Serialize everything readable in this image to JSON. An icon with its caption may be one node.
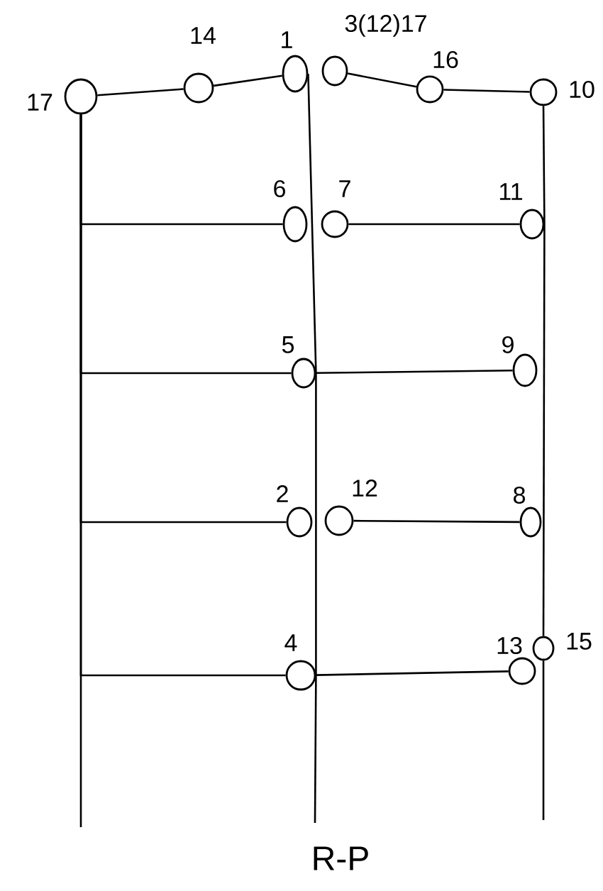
{
  "diagram": {
    "caption": "R-P",
    "nodes": [
      {
        "text": [],
        "shape": "circle",
        "beside": [
          "17"
        ]
      },
      {
        "text": [],
        "shape": "circle",
        "beside": [
          "14"
        ]
      },
      {
        "text": [],
        "shape": "circle",
        "beside": [
          "1"
        ]
      },
      {
        "text": [],
        "shape": "circle",
        "beside": [
          "3(12)17"
        ]
      },
      {
        "text": [],
        "shape": "circle",
        "beside": [
          "16"
        ]
      },
      {
        "text": [],
        "shape": "circle",
        "beside": [
          "10"
        ]
      },
      {
        "text": [],
        "shape": "circle",
        "beside": [
          "6"
        ]
      },
      {
        "text": [],
        "shape": "circle",
        "beside": [
          "7"
        ]
      },
      {
        "text": [],
        "shape": "circle",
        "beside": [
          "11"
        ]
      },
      {
        "text": [],
        "shape": "circle",
        "beside": [
          "5"
        ]
      },
      {
        "text": [],
        "shape": "circle",
        "beside": [
          "9"
        ]
      },
      {
        "text": [],
        "shape": "circle",
        "beside": [
          "2"
        ]
      },
      {
        "text": [],
        "shape": "circle",
        "beside": [
          "12"
        ]
      },
      {
        "text": [],
        "shape": "circle",
        "beside": [
          "8"
        ]
      },
      {
        "text": [],
        "shape": "circle",
        "beside": [
          "4"
        ]
      },
      {
        "text": [],
        "shape": "circle",
        "beside": [
          "13"
        ]
      },
      {
        "text": [],
        "shape": "circle",
        "beside": [
          "15"
        ]
      }
    ],
    "edges": [
      {
        "from": 0,
        "to": 1,
        "arrow": "none"
      },
      {
        "from": 1,
        "to": 2,
        "arrow": "none"
      },
      {
        "from": 3,
        "to": 4,
        "arrow": "none"
      },
      {
        "from": 4,
        "to": 5,
        "arrow": "none"
      },
      {
        "from": 0,
        "to": 6,
        "arrow": "none"
      },
      {
        "from": 0,
        "to": 9,
        "arrow": "none"
      },
      {
        "from": 0,
        "to": 11,
        "arrow": "none"
      },
      {
        "from": 0,
        "to": 14,
        "arrow": "none"
      },
      {
        "from": 0,
        "to": null,
        "arrow": "none"
      },
      {
        "from": 2,
        "to": 9,
        "arrow": "none"
      },
      {
        "from": 9,
        "to": 14,
        "arrow": "none"
      },
      {
        "from": 14,
        "to": null,
        "arrow": "none"
      },
      {
        "from": 5,
        "to": 8,
        "arrow": "none"
      },
      {
        "from": 8,
        "to": 16,
        "arrow": "none"
      },
      {
        "from": 16,
        "to": null,
        "arrow": "none"
      },
      {
        "from": 7,
        "to": 8,
        "arrow": "none"
      },
      {
        "from": 9,
        "to": 10,
        "arrow": "none"
      },
      {
        "from": 12,
        "to": 13,
        "arrow": "none"
      },
      {
        "from": 14,
        "to": 15,
        "arrow": "none"
      }
    ]
  }
}
